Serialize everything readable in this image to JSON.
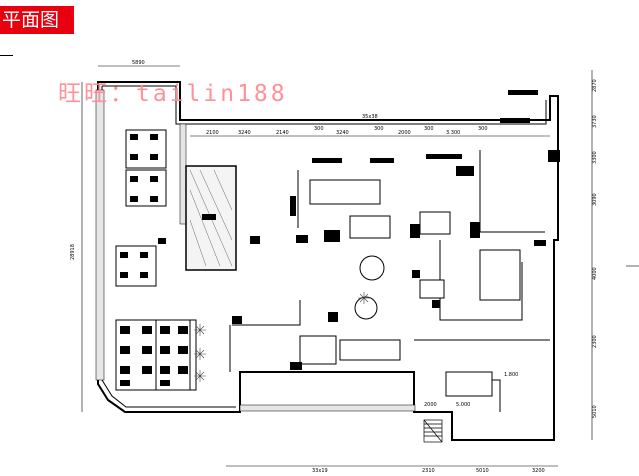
{
  "header": {
    "title": "平面图"
  },
  "watermark": {
    "text": "旺旺：tailin188"
  },
  "plan": {
    "top_dims": {
      "overall": "5890",
      "upper": "35x38",
      "segments": [
        "2100",
        "3240",
        "2140",
        "300",
        "3240",
        "300",
        "2000",
        "300",
        "3.300",
        "300"
      ]
    },
    "left_dim": "28918",
    "right_dims": [
      "2870",
      "3730",
      "3300",
      "3090",
      "4000",
      "2300",
      "5010"
    ],
    "bottom_dims": [
      "33x19",
      "2310",
      "5010",
      "3200"
    ],
    "inner_dims": [
      "2000",
      "1.800",
      "5.000"
    ]
  }
}
